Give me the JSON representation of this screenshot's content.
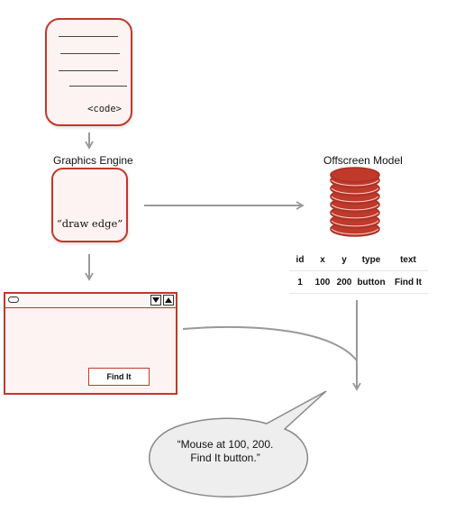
{
  "source": {
    "code_label": "<code>"
  },
  "engine": {
    "title": "Graphics Engine",
    "call": "“draw edge”"
  },
  "model": {
    "title": "Offscreen Model",
    "table": {
      "headers": [
        "id",
        "x",
        "y",
        "type",
        "text"
      ],
      "rows": [
        [
          "1",
          "100",
          "200",
          "button",
          "Find It"
        ]
      ]
    }
  },
  "window": {
    "button_label": "Find It"
  },
  "speech": {
    "line1": "“Mouse at 100, 200.",
    "line2": "Find It button.”"
  },
  "colors": {
    "accent_red": "#c0392b",
    "fill_pink": "#fdf3f2",
    "arrow_gray": "#999999",
    "bubble_fill": "#eeeeee"
  }
}
